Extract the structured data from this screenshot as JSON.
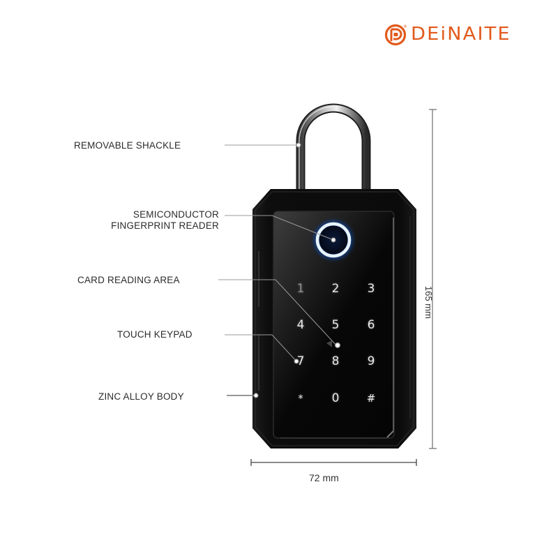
{
  "brand": {
    "name": "DEiNAITE",
    "registered_mark": "®",
    "color": "#e25a1c"
  },
  "product": {
    "type": "fingerprint key lock box",
    "body_color": "#0a0a0a",
    "fingerprint_ring_color": "#4fb6ff"
  },
  "callouts": [
    {
      "id": "shackle",
      "label": "REMOVABLE SHACKLE"
    },
    {
      "id": "fingerprint",
      "label_line1": "SEMICONDUCTOR",
      "label_line2": "FINGERPRINT READER"
    },
    {
      "id": "card",
      "label": "CARD READING AREA"
    },
    {
      "id": "keypad",
      "label": "TOUCH KEYPAD"
    },
    {
      "id": "body",
      "label": "ZINC ALLOY BODY"
    }
  ],
  "keypad": {
    "keys": [
      "1",
      "2",
      "3",
      "4",
      "5",
      "6",
      "7",
      "8",
      "9",
      "*",
      "0",
      "#"
    ]
  },
  "dimensions": {
    "height": "165 mm",
    "width": "72 mm"
  }
}
